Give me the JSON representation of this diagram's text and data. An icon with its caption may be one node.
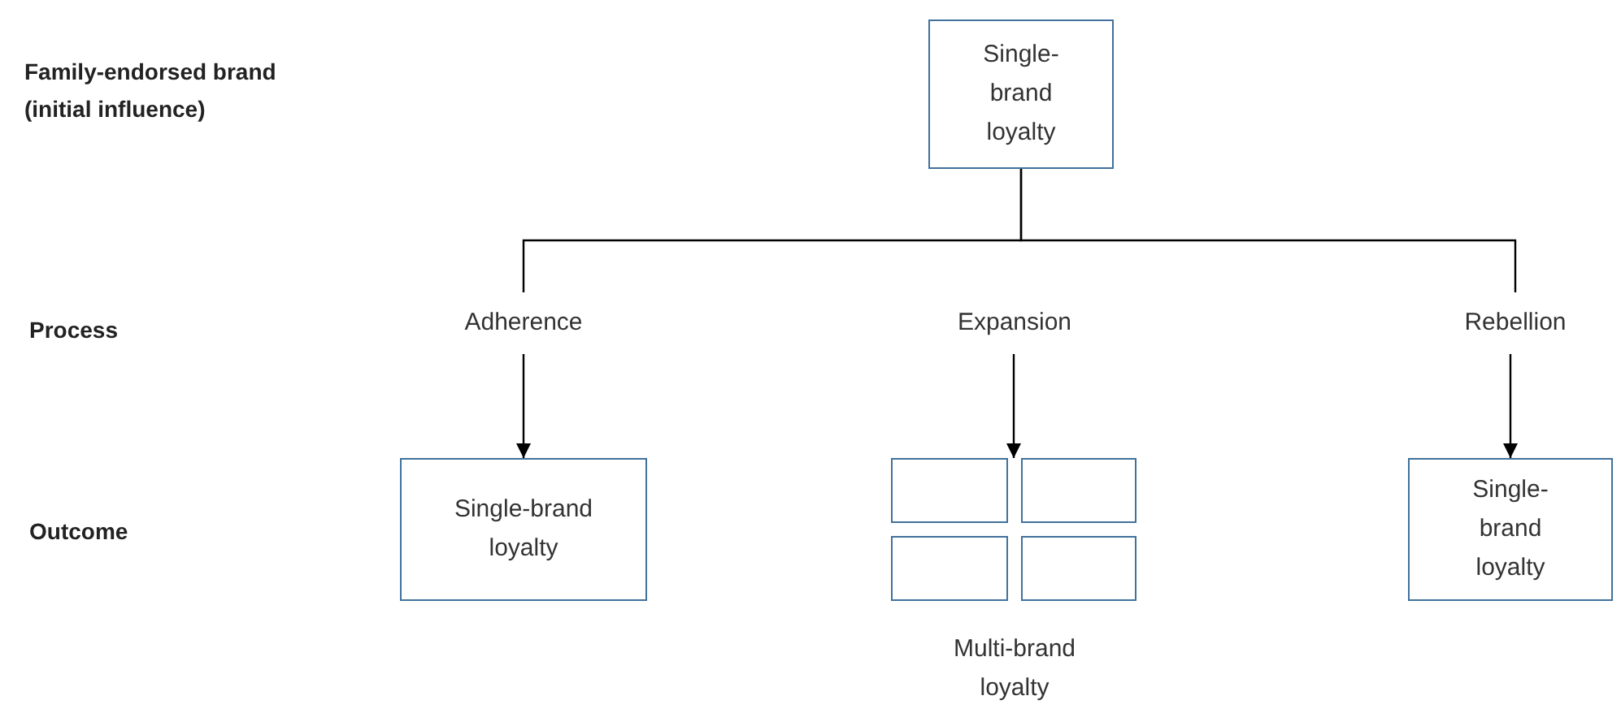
{
  "diagram": {
    "nodes": [
      {
        "text": [
          "Single-brand loyalty"
        ]
      },
      {
        "text": [
          "Adherence"
        ]
      },
      {
        "text": [
          "Expansion"
        ]
      },
      {
        "text": [
          "Rebellion"
        ]
      },
      {
        "text": [
          "Single-brand loyalty"
        ]
      },
      {
        "text": [
          "Multi-brand loyalty"
        ]
      },
      {
        "text": [],
        "shape": "box",
        "in": 5
      },
      {
        "text": [],
        "shape": "box",
        "in": 5
      },
      {
        "text": [],
        "shape": "box",
        "in": 5
      },
      {
        "text": [],
        "shape": "box",
        "in": 5
      },
      {
        "text": [
          "Single-brand loyalty"
        ]
      }
    ],
    "edges": [
      {
        "from": 0,
        "to": 1,
        "arrow": "none"
      },
      {
        "from": 0,
        "to": 3,
        "arrow": "none"
      },
      {
        "from": 1,
        "to": 4,
        "arrow": "to"
      },
      {
        "from": 2,
        "to": 5,
        "arrow": "to"
      },
      {
        "from": 3,
        "to": 10,
        "arrow": "to"
      }
    ],
    "labels": [
      "**Family-endorsed brand (initial influence)**",
      "**Process**",
      "**Outcome**"
    ]
  }
}
